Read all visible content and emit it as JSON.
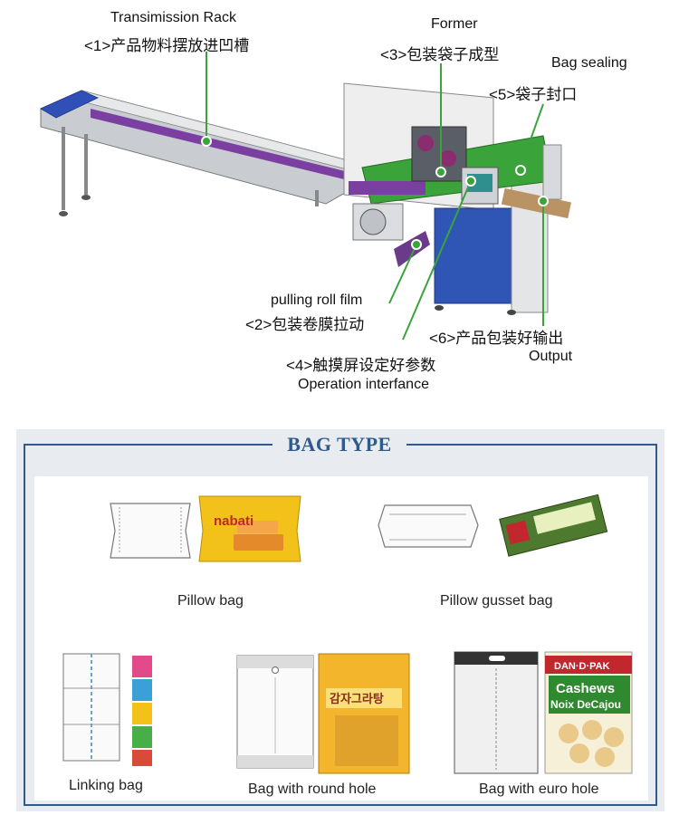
{
  "machine": {
    "labels": {
      "transmission_en": "Transimission Rack",
      "transmission_cn": "<1>产品物料摆放进凹槽",
      "former_en": "Former",
      "former_cn": "<3>包装袋子成型",
      "sealing_en": "Bag sealing",
      "sealing_cn": "<5>袋子封口",
      "pulling_en": "pulling roll film",
      "pulling_cn": "<2>包装卷膜拉动",
      "touch_cn": "<4>触摸屏设定好参数",
      "operation_en": "Operation interfance",
      "output_cn": "<6>产品包装好输出",
      "output_en": "Output"
    }
  },
  "bag_section": {
    "title": "BAG TYPE",
    "items": [
      {
        "name": "Pillow bag"
      },
      {
        "name": "Pillow gusset bag"
      },
      {
        "name": "Linking bag"
      },
      {
        "name": "Bag with round hole"
      },
      {
        "name": "Bag with euro hole"
      }
    ],
    "product_labels": {
      "nabati": "nabati",
      "korean": "감자그라탕",
      "cashew_brand": "DAN·D·PAK",
      "cashew_name": "Cashews",
      "cashew_sub": "Noix DeCajou"
    }
  },
  "colors": {
    "accent_blue": "#2e5a8c",
    "machine_green": "#3aa33a",
    "machine_purple": "#7a3fa0",
    "machine_blue": "#2f55b5"
  }
}
